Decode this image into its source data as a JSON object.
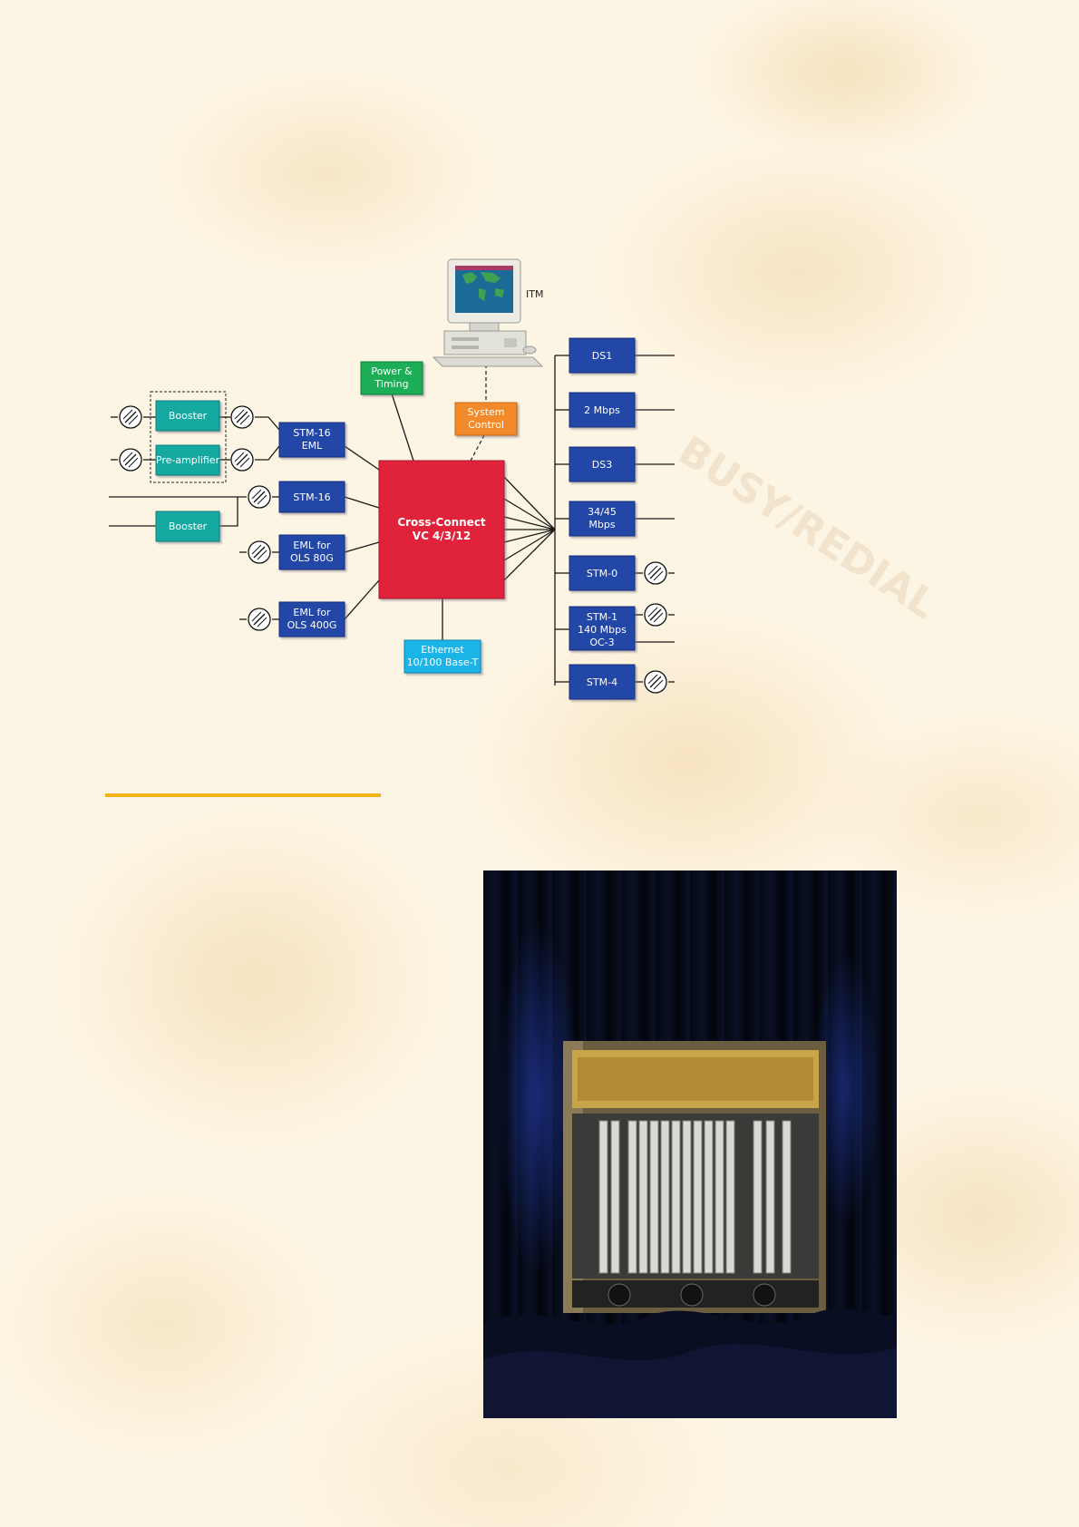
{
  "diagram": {
    "management": {
      "label": "ITM"
    },
    "power_timing": {
      "lines": [
        "Power &",
        "Timing"
      ],
      "color": "#1fae57"
    },
    "system_control": {
      "lines": [
        "System",
        "Control"
      ],
      "color": "#f08a2c"
    },
    "cross_connect": {
      "lines": [
        "Cross-Connect",
        "VC 4/3/12"
      ],
      "color": "#e0233a"
    },
    "ethernet": {
      "lines": [
        "Ethernet",
        "10/100 Base-T"
      ],
      "color": "#1ab3e6"
    },
    "amplifiers": [
      {
        "id": "booster-1",
        "label": "Booster"
      },
      {
        "id": "pre-amplifier",
        "label": "Pre-amplifier"
      },
      {
        "id": "booster-2",
        "label": "Booster"
      }
    ],
    "amp_color": "#13a9a2",
    "tributary_color": "#2346a6",
    "left_units": [
      {
        "id": "stm16-eml",
        "lines": [
          "STM-16",
          "EML"
        ]
      },
      {
        "id": "stm16",
        "lines": [
          "STM-16"
        ]
      },
      {
        "id": "eml-ols-80g",
        "lines": [
          "EML for",
          "OLS 80G"
        ]
      },
      {
        "id": "eml-ols-400g",
        "lines": [
          "EML for",
          "OLS 400G"
        ]
      }
    ],
    "right_units": [
      {
        "id": "ds1",
        "lines": [
          "DS1"
        ]
      },
      {
        "id": "2mbps",
        "lines": [
          "2 Mbps"
        ]
      },
      {
        "id": "ds3",
        "lines": [
          "DS3"
        ]
      },
      {
        "id": "34-45mbps",
        "lines": [
          "34/45",
          "Mbps"
        ]
      },
      {
        "id": "stm0",
        "lines": [
          "STM-0"
        ]
      },
      {
        "id": "stm1",
        "lines": [
          "STM-1",
          "140 Mbps",
          "OC-3"
        ]
      },
      {
        "id": "stm4",
        "lines": [
          "STM-4"
        ]
      }
    ],
    "watermark": "BUSY/REDIAL"
  }
}
